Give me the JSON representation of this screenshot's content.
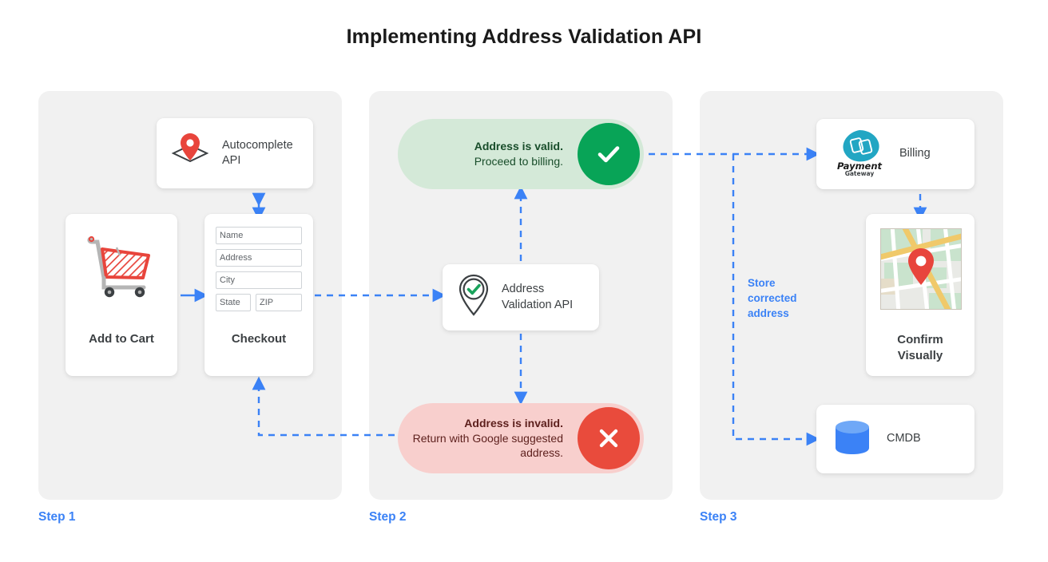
{
  "page": {
    "title": "Implementing Address Validation API"
  },
  "colors": {
    "accent_blue": "#3b82f6",
    "valid_green": "#08a457",
    "valid_green_bg": "#d4e9d8",
    "invalid_red": "#e94b3c",
    "invalid_red_bg": "#f8cfcd",
    "panel_bg": "#f1f1f1",
    "pin_red": "#e8453c",
    "cmdb_blue": "#3b82f6",
    "payment_teal": "#22a6c3"
  },
  "steps": [
    {
      "label": "Step 1"
    },
    {
      "label": "Step 2"
    },
    {
      "label": "Step 3"
    }
  ],
  "step1": {
    "autocomplete": {
      "label": "Autocomplete\nAPI",
      "icon": "map-pin-diamond-icon"
    },
    "add_to_cart": {
      "label": "Add to Cart",
      "icon": "shopping-cart-icon"
    },
    "checkout": {
      "label": "Checkout",
      "fields": [
        {
          "name": "name-field",
          "placeholder": "Name"
        },
        {
          "name": "address-field",
          "placeholder": "Address"
        },
        {
          "name": "city-field",
          "placeholder": "City"
        },
        {
          "name": "state-field",
          "placeholder": "State"
        },
        {
          "name": "zip-field",
          "placeholder": "ZIP"
        }
      ]
    }
  },
  "step2": {
    "valid": {
      "line1": "Address is valid.",
      "line2": "Proceed to billing.",
      "icon": "check-icon"
    },
    "invalid": {
      "line1": "Address is invalid.",
      "line2": "Return with Google suggested address.",
      "icon": "close-icon"
    },
    "validation_api": {
      "label": "Address\nValidation API",
      "icon": "map-pin-check-icon"
    }
  },
  "step3": {
    "billing": {
      "label": "Billing",
      "icon": "payment-gateway-icon",
      "logo_line1": "Payment",
      "logo_line2": "Gateway"
    },
    "confirm": {
      "label": "Confirm\nVisually",
      "icon": "map-thumbnail-icon"
    },
    "cmdb": {
      "label": "CMDB",
      "icon": "database-icon"
    },
    "store_note": "Store\ncorrected\naddress"
  }
}
